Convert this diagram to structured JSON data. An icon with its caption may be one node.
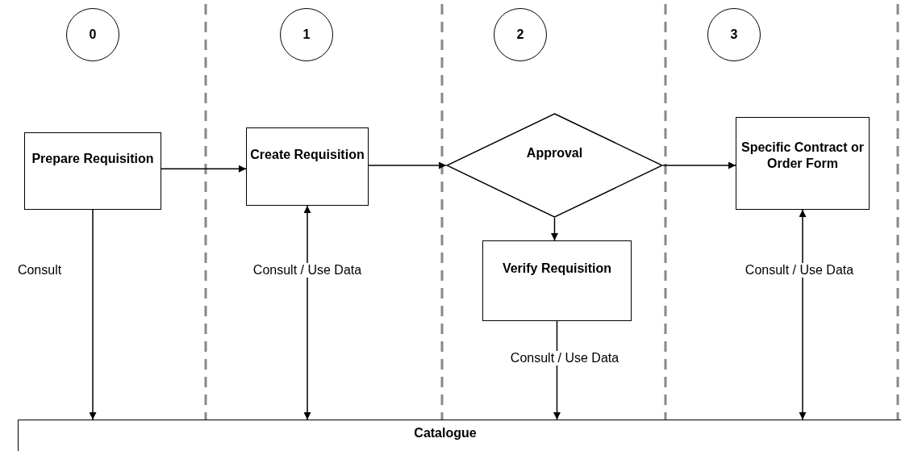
{
  "diagram": {
    "nodes": [
      {
        "text": [
          "0"
        ]
      },
      {
        "text": [
          "1"
        ]
      },
      {
        "text": [
          "2"
        ]
      },
      {
        "text": [
          "3"
        ]
      },
      {
        "text": [
          "Prepare Requisition"
        ]
      },
      {
        "text": [
          "Create Requisition"
        ]
      },
      {
        "text": [
          "Approval"
        ]
      },
      {
        "text": [
          "Specific Contract or Order Form"
        ]
      },
      {
        "text": [
          "Verify Requisition"
        ]
      },
      {
        "text": [
          "Catalogue"
        ]
      }
    ],
    "edges": [
      {
        "from": 4,
        "to": 5,
        "arrow": "to"
      },
      {
        "from": 5,
        "to": 6,
        "arrow": "to"
      },
      {
        "from": 6,
        "to": 7,
        "arrow": "to"
      },
      {
        "from": 6,
        "to": 8,
        "arrow": "to"
      },
      {
        "from": 4,
        "to": 9,
        "arrow": "to",
        "label": "Consult"
      },
      {
        "from": 5,
        "to": 9,
        "arrow": "both",
        "label": "Consult / Use Data"
      },
      {
        "from": 8,
        "to": 9,
        "arrow": "to",
        "label": "Consult / Use Data"
      },
      {
        "from": 7,
        "to": 9,
        "arrow": "both",
        "label": "Consult / Use Data"
      }
    ]
  }
}
